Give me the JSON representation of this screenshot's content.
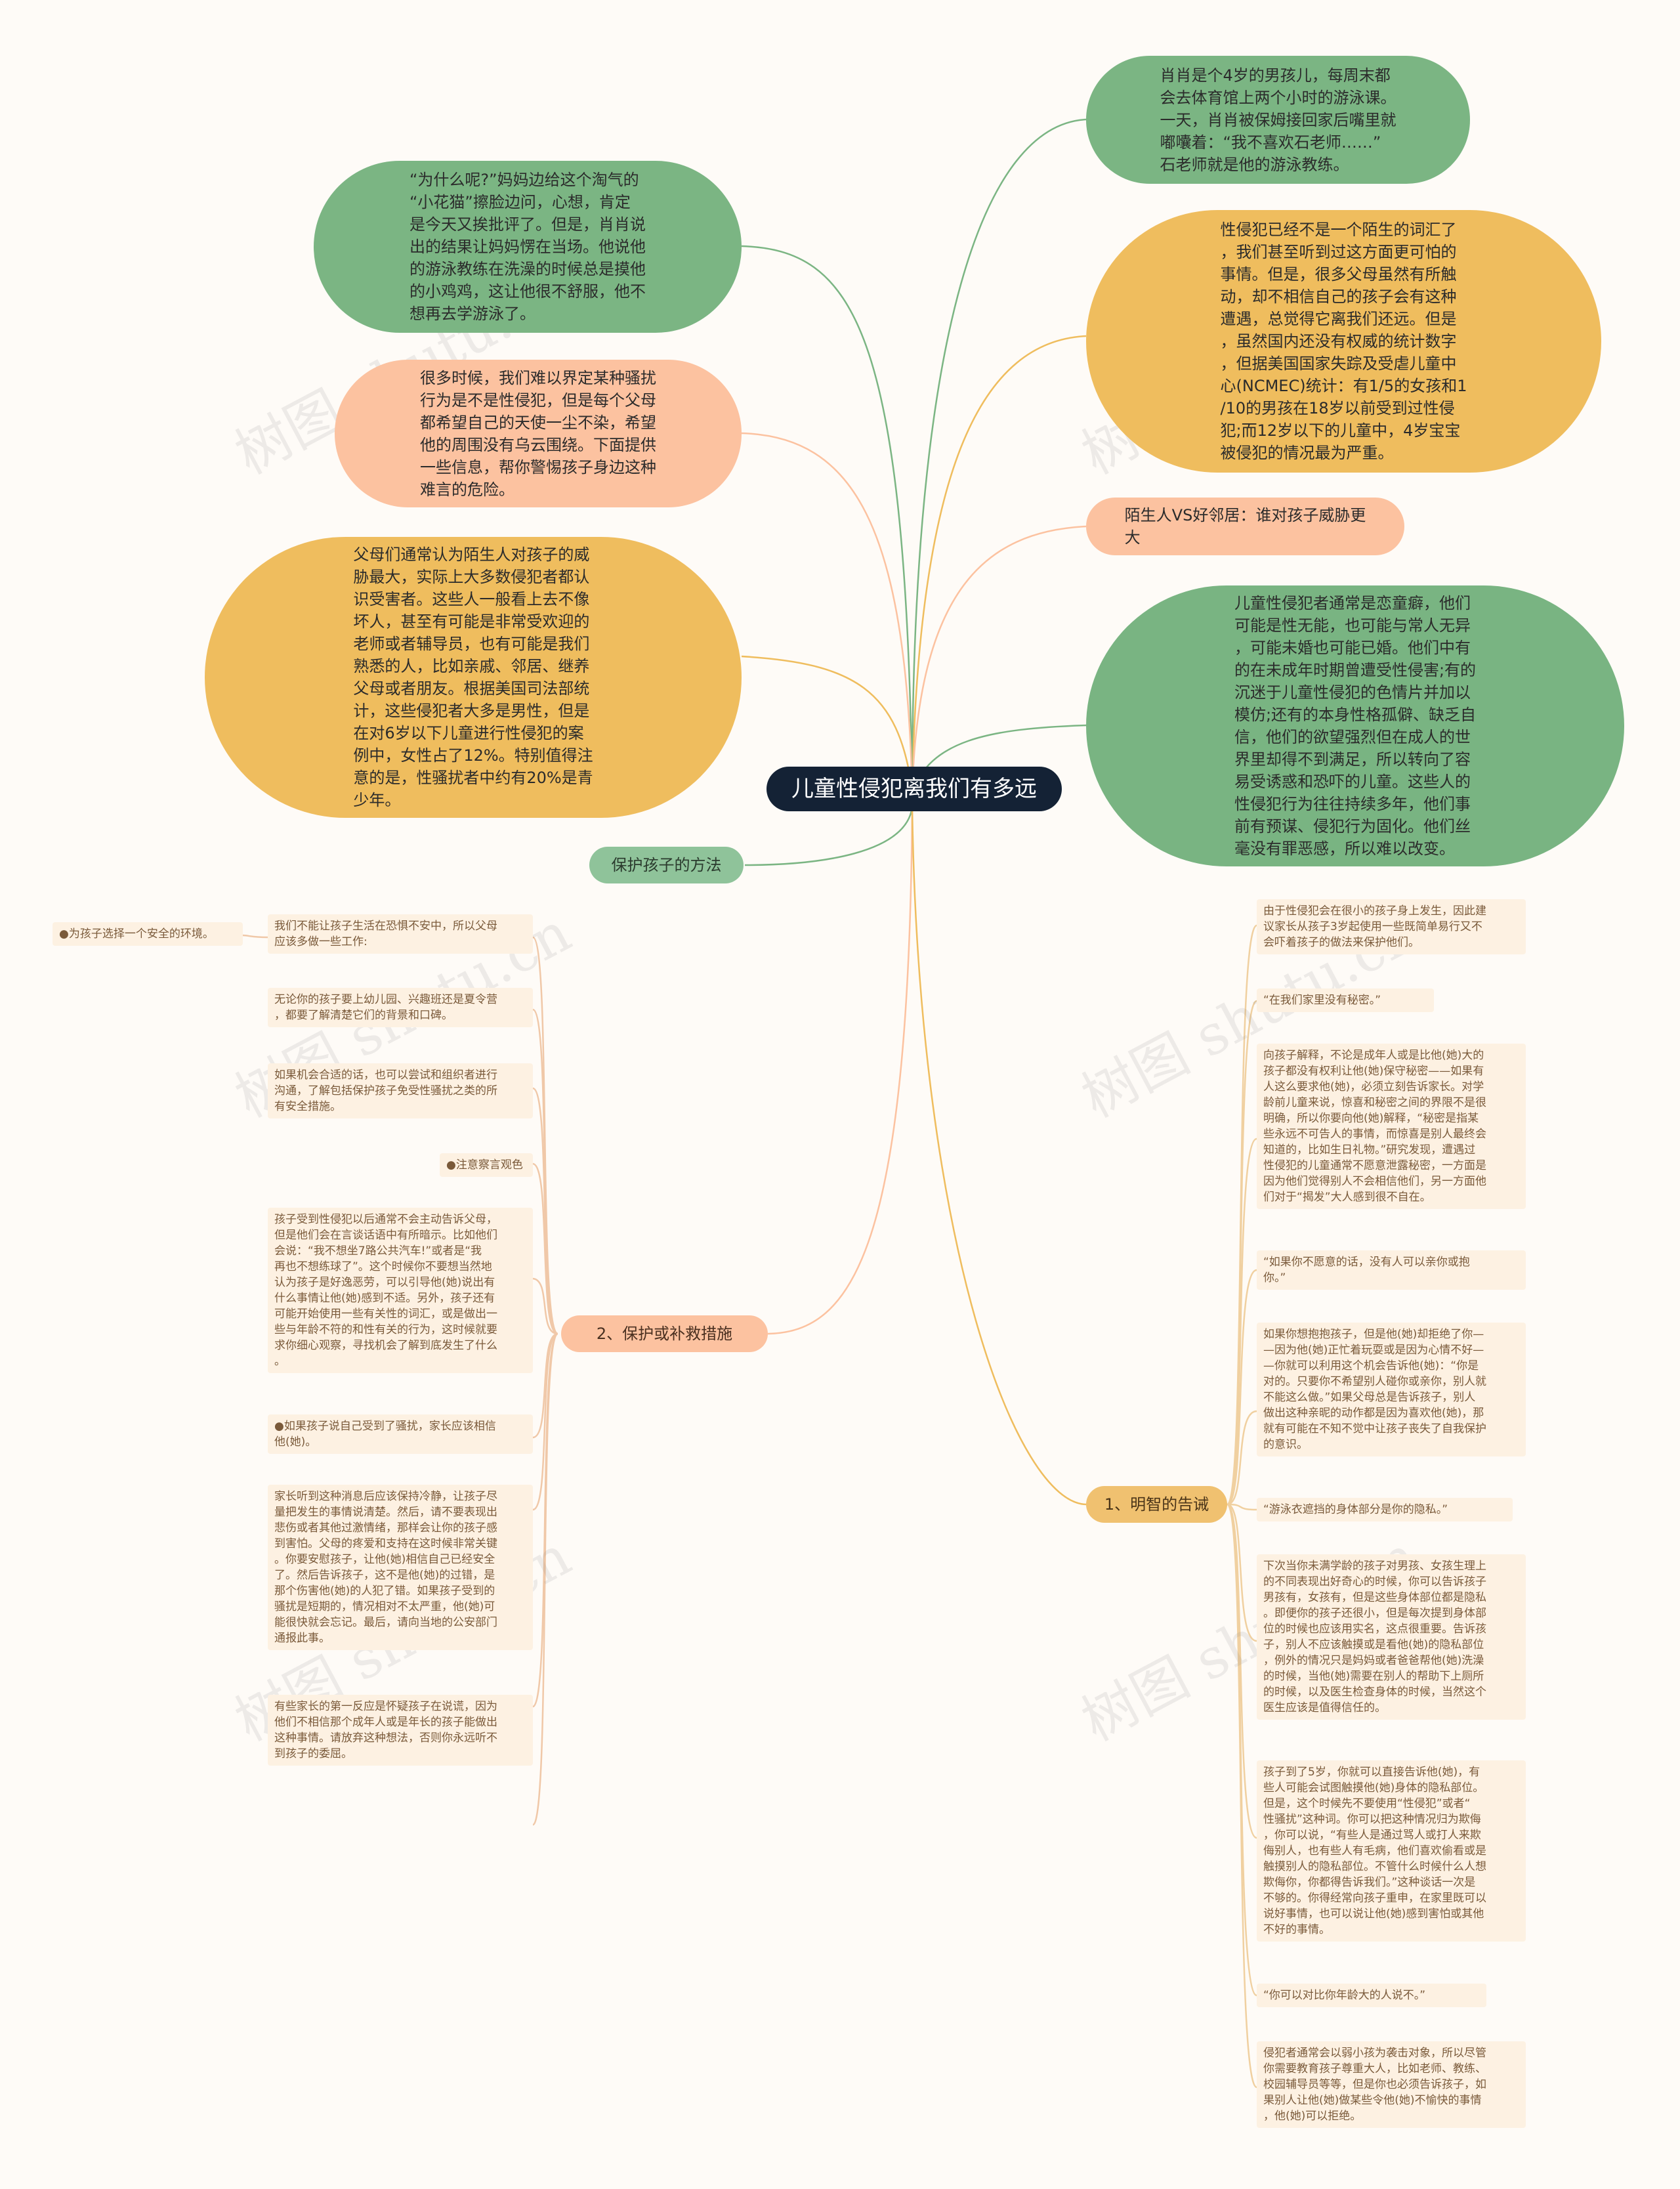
{
  "root": "儿童性侵犯离我们有多远",
  "right_bubbles": [
    "肖肖是个4岁的男孩儿，每周末都\n会去体育馆上两个小时的游泳课。\n一天，肖肖被保姆接回家后嘴里就\n嘟囔着：“我不喜欢石老师……”\n石老师就是他的游泳教练。",
    "性侵犯已经不是一个陌生的词汇了\n，我们甚至听到过这方面更可怕的\n事情。但是，很多父母虽然有所触\n动，却不相信自己的孩子会有这种\n遭遇，总觉得它离我们还远。但是\n，虽然国内还没有权威的统计数字\n，但据美国国家失踪及受虐儿童中\n心(NCMEC)统计：有1/5的女孩和1\n/10的男孩在18岁以前受到过性侵\n犯;而12岁以下的儿童中，4岁宝宝\n被侵犯的情况最为严重。",
    "陌生人VS好邻居：谁对孩子威胁更\n大",
    "儿童性侵犯者通常是恋童癖，他们\n可能是性无能，也可能与常人无异\n，可能未婚也可能已婚。他们中有\n的在未成年时期曾遭受性侵害;有的\n沉迷于儿童性侵犯的色情片并加以\n模仿;还有的本身性格孤僻、缺乏自\n信，他们的欲望强烈但在成人的世\n界里却得不到满足，所以转向了容\n易受诱惑和恐吓的儿童。这些人的\n性侵犯行为往往持续多年，他们事\n前有预谋、侵犯行为固化。他们丝\n毫没有罪恶感，所以难以改变。"
  ],
  "left_bubbles": [
    "“为什么呢?”妈妈边给这个淘气的\n“小花猫”擦脸边问，心想，肯定\n是今天又挨批评了。但是，肖肖说\n出的结果让妈妈愣在当场。他说他\n的游泳教练在洗澡的时候总是摸他\n的小鸡鸡，这让他很不舒服，他不\n想再去学游泳了。",
    "很多时候，我们难以界定某种骚扰\n行为是不是性侵犯，但是每个父母\n都希望自己的天使一尘不染，希望\n他的周围没有乌云围绕。下面提供\n一些信息，帮你警惕孩子身边这种\n难言的危险。",
    "父母们通常认为陌生人对孩子的威\n胁最大，实际上大多数侵犯者都认\n识受害者。这些人一般看上去不像\n坏人，甚至有可能是非常受欢迎的\n老师或者辅导员，也有可能是我们\n熟悉的人，比如亲戚、邻居、继养\n父母或者朋友。根据美国司法部统\n计，这些侵犯者大多是男性，但是\n在对6岁以下儿童进行性侵犯的案\n例中，女性占了12%。特别值得注\n意的是，性骚扰者中约有20%是青\n少年。"
  ],
  "pills": {
    "protect": "保护孩子的方法",
    "remedy": "2、保护或补救措施",
    "wise": "1、明智的告诫"
  },
  "left_leaves": [
    "●为孩子选择一个安全的环境。",
    "我们不能让孩子生活在恐惧不安中，所以父母\n应该多做一些工作:",
    "无论你的孩子要上幼儿园、兴趣班还是夏令营\n，都要了解清楚它们的背景和口碑。",
    "如果机会合适的话，也可以尝试和组织者进行\n沟通，了解包括保护孩子免受性骚扰之类的所\n有安全措施。",
    "●注意察言观色",
    "孩子受到性侵犯以后通常不会主动告诉父母，\n但是他们会在言谈话语中有所暗示。比如他们\n会说：“我不想坐7路公共汽车!”或者是“我\n再也不想练球了”。这个时候你不要想当然地\n认为孩子是好逸恶劳，可以引导他(她)说出有\n什么事情让他(她)感到不适。另外，孩子还有\n可能开始使用一些有关性的词汇，或是做出一\n些与年龄不符的和性有关的行为，这时候就要\n求你细心观察，寻找机会了解到底发生了什么\n。",
    "●如果孩子说自己受到了骚扰，家长应该相信\n他(她)。",
    "家长听到这种消息后应该保持冷静，让孩子尽\n量把发生的事情说清楚。然后，请不要表现出\n悲伤或者其他过激情绪，那样会让你的孩子感\n到害怕。父母的疼爱和支持在这时候非常关键\n。你要安慰孩子，让他(她)相信自己已经安全\n了。然后告诉孩子，这不是他(她)的过错，是\n那个伤害他(她)的人犯了错。如果孩子受到的\n骚扰是短期的，情况相对不太严重，他(她)可\n能很快就会忘记。最后，请向当地的公安部门\n通报此事。",
    "有些家长的第一反应是怀疑孩子在说谎，因为\n他们不相信那个成年人或是年长的孩子能做出\n这种事情。请放弃这种想法，否则你永远听不\n到孩子的委屈。"
  ],
  "right_leaves": [
    "由于性侵犯会在很小的孩子身上发生，因此建\n议家长从孩子3岁起使用一些既简单易行又不\n会吓着孩子的做法来保护他们。",
    "“在我们家里没有秘密。”",
    "向孩子解释，不论是成年人或是比他(她)大的\n孩子都没有权利让他(她)保守秘密——如果有\n人这么要求他(她)，必须立刻告诉家长。对学\n龄前儿童来说，惊喜和秘密之间的界限不是很\n明确，所以你要向他(她)解释，“秘密是指某\n些永远不可告人的事情，而惊喜是别人最终会\n知道的，比如生日礼物。”研究发现，遭遇过\n性侵犯的儿童通常不愿意泄露秘密，一方面是\n因为他们觉得别人不会相信他们，另一方面他\n们对于“揭发”大人感到很不自在。",
    "“如果你不愿意的话，没有人可以亲你或抱\n你。”",
    "如果你想抱抱孩子，但是他(她)却拒绝了你—\n—因为他(她)正忙着玩耍或是因为心情不好—\n—你就可以利用这个机会告诉他(她)：“你是\n对的。只要你不希望别人碰你或亲你，别人就\n不能这么做。”如果父母总是告诉孩子，别人\n做出这种亲昵的动作都是因为喜欢他(她)，那\n就有可能在不知不觉中让孩子丧失了自我保护\n的意识。",
    "“游泳衣遮挡的身体部分是你的隐私。”",
    "下次当你未满学龄的孩子对男孩、女孩生理上\n的不同表现出好奇心的时候，你可以告诉孩子\n男孩有，女孩有，但是这些身体部位都是隐私\n。即便你的孩子还很小，但是每次提到身体部\n位的时候也应该用实名，这点很重要。告诉孩\n子，别人不应该触摸或是看他(她)的隐私部位\n，例外的情况只是妈妈或者爸爸帮他(她)洗澡\n的时候，当他(她)需要在别人的帮助下上厕所\n的时候，以及医生检查身体的时候，当然这个\n医生应该是值得信任的。",
    "孩子到了5岁，你就可以直接告诉他(她)，有\n些人可能会试图触摸他(她)身体的隐私部位。\n但是，这个时候先不要使用“性侵犯”或者“\n性骚扰”这种词。你可以把这种情况归为欺侮\n，你可以说，“有些人是通过骂人或打人来欺\n侮别人，也有些人有毛病，他们喜欢偷看或是\n触摸别人的隐私部位。不管什么时候什么人想\n欺侮你，你都得告诉我们。”这种谈话一次是\n不够的。你得经常向孩子重申，在家里既可以\n说好事情，也可以说让他(她)感到害怕或其他\n不好的事情。",
    "“你可以对比你年龄大的人说不。”",
    "侵犯者通常会以弱小孩为袭击对象，所以尽管\n你需要教育孩子尊重大人，比如老师、教练、\n校园辅导员等等，但是你也必须告诉孩子，如\n果别人让他(她)做某些令他(她)不愉快的事情\n，他(她)可以拒绝。"
  ],
  "watermark": "树图 shutu.cn",
  "colors": {
    "green": "#7bb583",
    "orange": "#efbd5e",
    "peach": "#fcc2a0",
    "root": "#142235",
    "leaf": "#fdf1e2"
  }
}
